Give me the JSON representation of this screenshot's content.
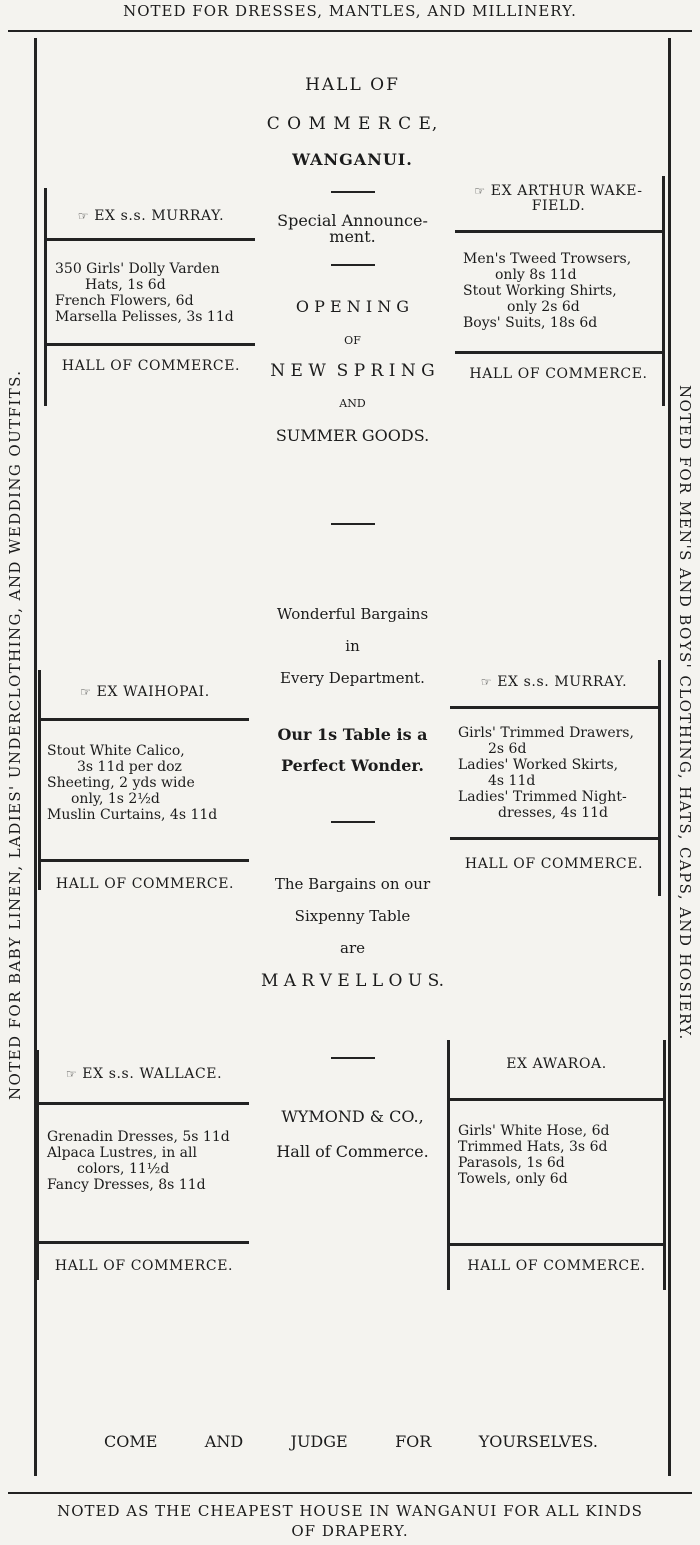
{
  "header_text": "NOTED FOR DRESSES, MANTLES, AND MILLINERY.",
  "left_side_text": "NOTED FOR BABY LINEN, LADIES' UNDERCLOTHING, AND WEDDING OUTFITS.",
  "right_side_text": "NOTED FOR MEN'S AND BOYS' CLOTHING, HATS, CAPS, AND HOSIERY.",
  "footer_text_1": "NOTED AS THE CHEAPEST HOUSE IN WANGANUI FOR ALL KINDS",
  "footer_text_2": "OF DRAPERY.",
  "center": {
    "l1": "HALL OF",
    "l2": "C O M M E R C E,",
    "l3": "WANGANUI.",
    "l4": "Special Announce-",
    "l5": "ment.",
    "l6": "O P E N I N G",
    "l7": "OF",
    "l8": "N E W  S P R I N G",
    "l9": "AND",
    "l10": "SUMMER GOODS.",
    "l11": "Wonderful Bargains",
    "l12": "in",
    "l13": "Every Department.",
    "l14": "Our 1s Table is a",
    "l15": "Perfect Wonder.",
    "l16": "The Bargains on our",
    "l17": "Sixpenny Table",
    "l18": "are",
    "l19": "M A R V E L L O U S.",
    "l20": "WYMOND & CO.,",
    "l21": "Hall of Commerce.",
    "come": [
      "COME",
      "AND",
      "JUDGE",
      "FOR",
      "YOURSELVES."
    ]
  },
  "boxes": {
    "b1": {
      "head": "EX s.s. MURRAY.",
      "hand": "☞",
      "items": [
        "350 Girls' Dolly Varden",
        "Hats, 1s 6d",
        "French Flowers, 6d",
        "Marsella Pelisses, 3s 11d"
      ],
      "foot": "HALL OF COMMERCE."
    },
    "b2": {
      "head1": "EX ARTHUR WAKE-",
      "head2": "FIELD.",
      "hand": "☞",
      "items": [
        "Men's Tweed Trowsers,",
        "only 8s 11d",
        "Stout Working Shirts,",
        "only 2s 6d",
        "Boys' Suits, 18s 6d"
      ],
      "foot": "HALL OF COMMERCE."
    },
    "b3": {
      "head": "EX WAIHOPAI.",
      "hand": "☞",
      "items": [
        "Stout White Calico,",
        "3s 11d per doz",
        "Sheeting, 2 yds wide",
        "only, 1s 2½d",
        "Muslin Curtains, 4s 11d"
      ],
      "foot": "HALL OF COMMERCE."
    },
    "b4": {
      "head": "EX s.s. MURRAY.",
      "hand": "☞",
      "items": [
        "Girls' Trimmed Drawers,",
        "2s 6d",
        "Ladies' Worked Skirts,",
        "4s 11d",
        "Ladies' Trimmed Night-",
        "dresses, 4s 11d"
      ],
      "foot": "HALL OF COMMERCE."
    },
    "b5": {
      "head": "EX s.s. WALLACE.",
      "hand": "☞",
      "items": [
        "Grenadin Dresses, 5s 11d",
        "Alpaca Lustres, in all",
        "colors, 11½d",
        "Fancy Dresses, 8s 11d"
      ],
      "foot": "HALL OF COMMERCE."
    },
    "b6": {
      "head": "EX AWAROA.",
      "items": [
        "Girls' White Hose, 6d",
        "Trimmed Hats, 3s 6d",
        "Parasols, 1s 6d",
        "Towels, only 6d"
      ],
      "foot": "HALL OF COMMERCE."
    }
  }
}
